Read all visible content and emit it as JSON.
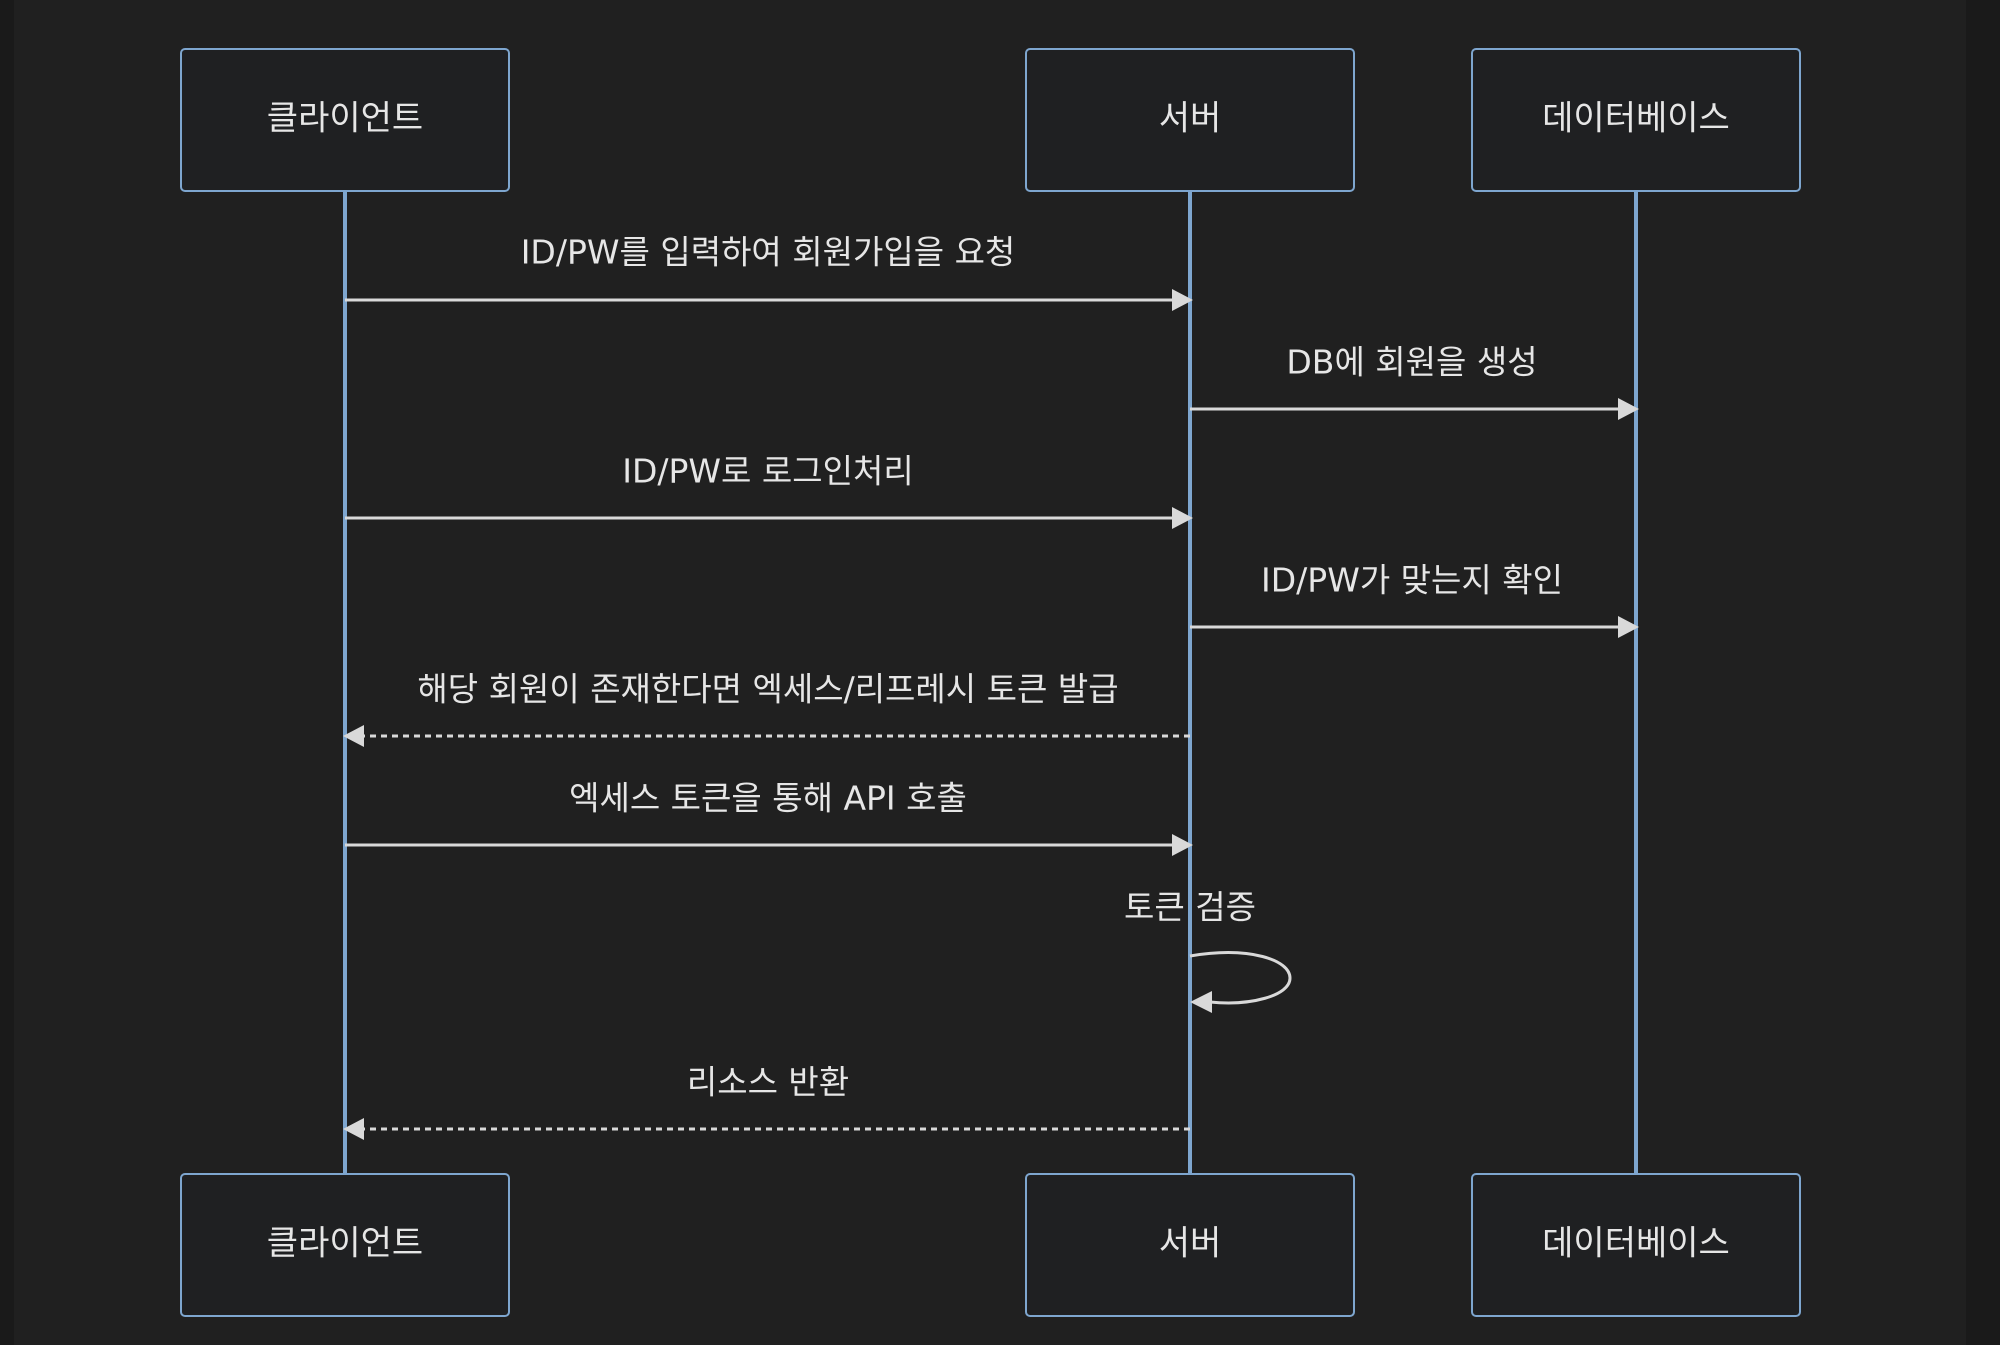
{
  "diagram": {
    "participants": [
      {
        "id": "client",
        "label": "클라이언트"
      },
      {
        "id": "server",
        "label": "서버"
      },
      {
        "id": "db",
        "label": "데이터베이스"
      }
    ],
    "messages": [
      {
        "from": "client",
        "to": "server",
        "style": "solid",
        "text": "ID/PW를 입력하여 회원가입을 요청"
      },
      {
        "from": "server",
        "to": "db",
        "style": "solid",
        "text": "DB에 회원을 생성"
      },
      {
        "from": "client",
        "to": "server",
        "style": "solid",
        "text": "ID/PW로 로그인처리"
      },
      {
        "from": "server",
        "to": "db",
        "style": "solid",
        "text": "ID/PW가 맞는지 확인"
      },
      {
        "from": "server",
        "to": "client",
        "style": "dashed",
        "text": "해당 회원이 존재한다면 엑세스/리프레시 토큰 발급"
      },
      {
        "from": "client",
        "to": "server",
        "style": "solid",
        "text": "엑세스 토큰을 통해 API 호출"
      },
      {
        "from": "server",
        "to": "server",
        "style": "self",
        "text": "토큰 검증"
      },
      {
        "from": "server",
        "to": "client",
        "style": "dashed",
        "text": "리소스 반환"
      }
    ],
    "colors": {
      "background": "#202020",
      "lifeline": "#7ea6cf",
      "arrow": "#d9d9d9",
      "text": "#e6e6e6"
    }
  }
}
